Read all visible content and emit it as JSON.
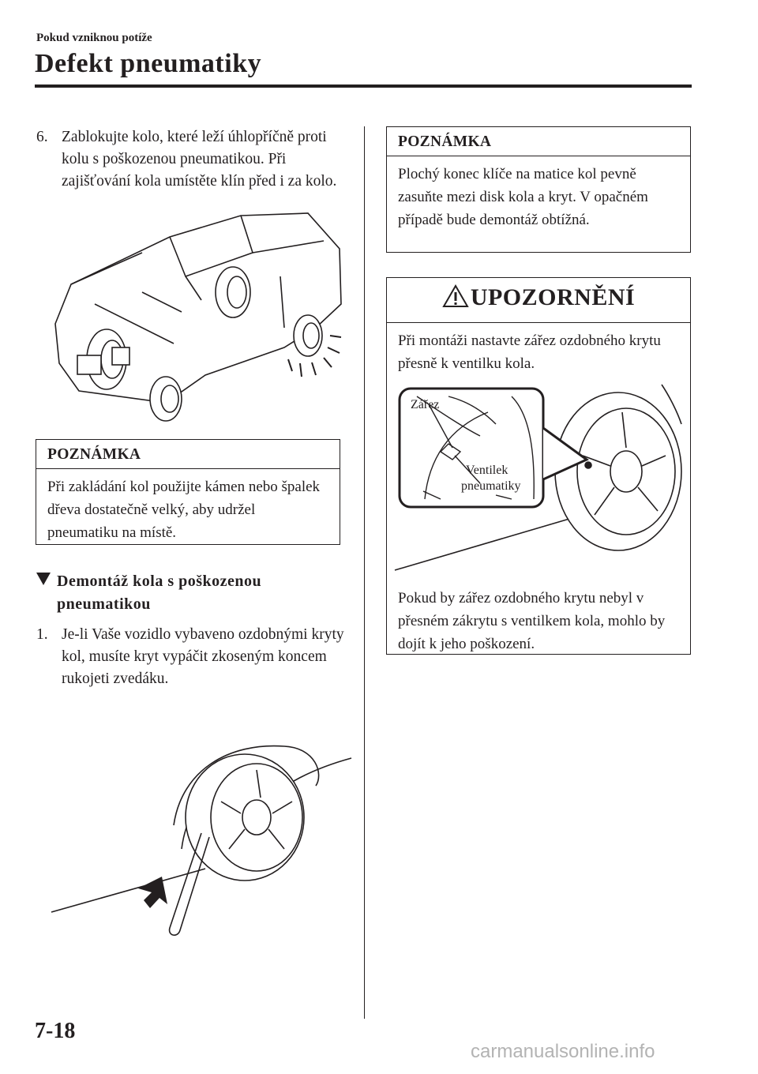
{
  "header": {
    "section": "Pokud vzniknou potíže",
    "title": "Defekt pneumatiky"
  },
  "left": {
    "step6": {
      "number": "6.",
      "text": "Zablokujte kolo, které leží úhlopříčně proti kolu s poškozenou pneumatikou. Při zajišťování kola umístěte klín před i za kolo."
    },
    "note1": {
      "title": "POZNÁMKA",
      "text": "Při zakládání kol použijte kámen nebo špalek dřeva dostatečně velký, aby udržel pneumatiku na místě."
    },
    "subheading": "Demontáž kola s poškozenou pneumatikou",
    "step1": {
      "number": "1.",
      "text": "Je-li Vaše vozidlo vybaveno ozdobnými kryty kol, musíte kryt vypáčit zkoseným koncem rukojeti zvedáku."
    }
  },
  "right": {
    "note2": {
      "title": "POZNÁMKA",
      "text": "Plochý konec klíče na matice kol pevně zasuňte mezi disk kola a kryt. V opačném případě bude demontáž obtížná."
    },
    "warning": {
      "title": "UPOZORNĚNÍ",
      "icon": "warning-triangle-icon",
      "text1": "Při montáži nastavte zářez ozdobného krytu přesně k ventilku kola.",
      "label_notch": "Zářez",
      "label_valve_1": "Ventilek",
      "label_valve_2": "pneumatiky",
      "text2": "Pokud by zářez ozdobného krytu nebyl v přesném zákrytu s ventilkem kola, mohlo by dojít k jeho poškození."
    }
  },
  "footer": {
    "page_number": "7-18",
    "watermark": "carmanualsonline.info"
  }
}
